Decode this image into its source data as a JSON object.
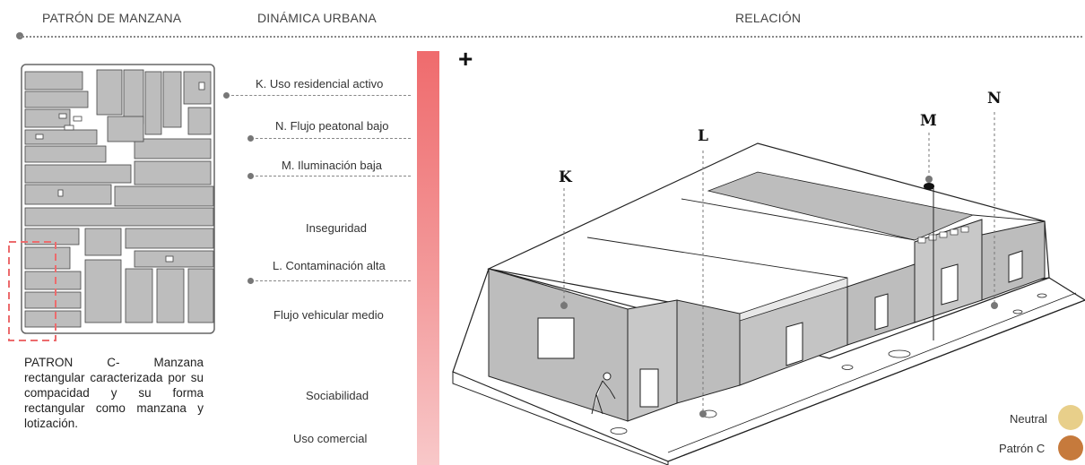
{
  "headers": {
    "patron": "PATRÓN DE MANZANA",
    "dinamica": "DINÁMICA URBANA",
    "relacion": "RELACIÓN"
  },
  "description": "PATRON C- Manzana rectangular caracterizada por su compacidad y su forma rectangular como manzana y lotización.",
  "dynamics": {
    "k": "K. Uso residencial activo",
    "n": "N. Flujo peatonal bajo",
    "m": "M. Iluminación baja",
    "inseguridad": "Inseguridad",
    "l": "L. Contaminación alta",
    "flujo": "Flujo vehicular medio",
    "sociabilidad": "Sociabilidad",
    "uso": "Uso comercial"
  },
  "plus_sign": "+",
  "points": {
    "k": "K",
    "l": "L",
    "m": "M",
    "n": "N"
  },
  "legend": [
    {
      "label": "Neutral",
      "color": "#e8cf8a"
    },
    {
      "label": "Patrón C",
      "color": "#c67a3c"
    }
  ],
  "colors": {
    "gradient_top": "#ef6b6d",
    "gradient_bottom": "#f8c8c9",
    "highlight_dash": "#ec6b6d",
    "block_fill": "#bdbdbd"
  }
}
